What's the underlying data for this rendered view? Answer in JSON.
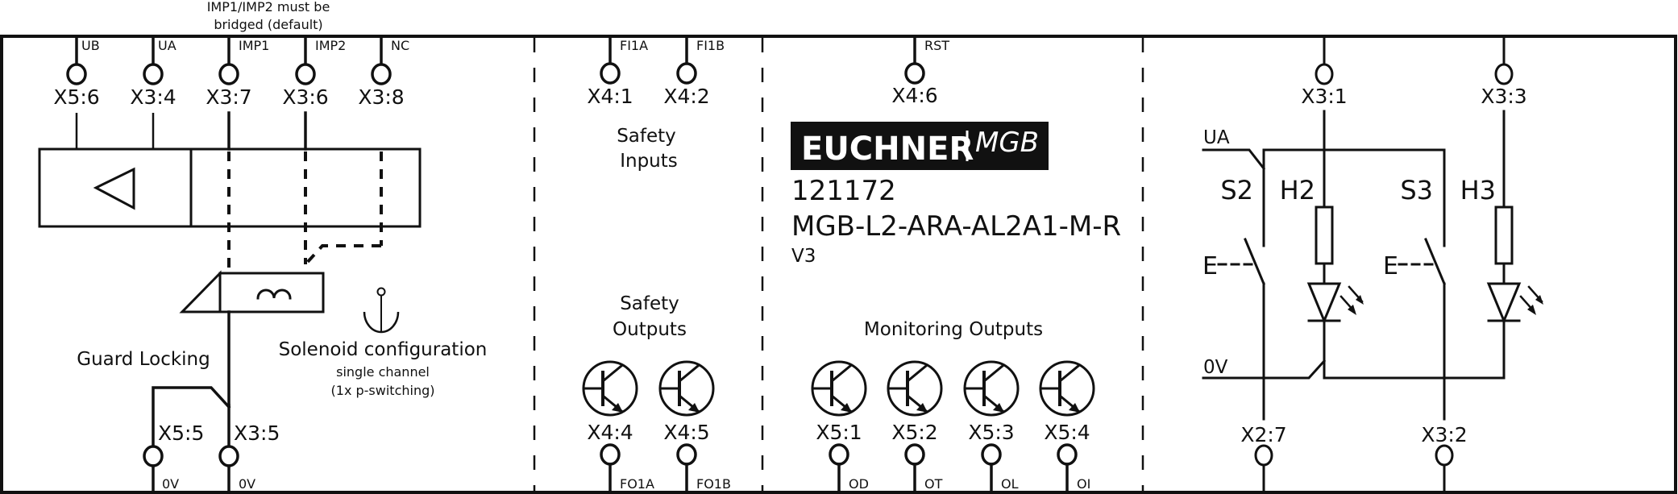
{
  "note": {
    "line1": "IMP1/IMP2 must be",
    "line2": "bridged (default)"
  },
  "guard_locking": {
    "title": "Guard Locking",
    "top_terminals": [
      {
        "terminal": "X5:6",
        "signal": "UB"
      },
      {
        "terminal": "X3:4",
        "signal": "UA"
      },
      {
        "terminal": "X3:7",
        "signal": "IMP1"
      },
      {
        "terminal": "X3:6",
        "signal": "IMP2"
      },
      {
        "terminal": "X3:8",
        "signal": "NC"
      }
    ],
    "bottom_terminals": [
      {
        "terminal": "X5:5",
        "signal": "0V"
      },
      {
        "terminal": "X3:5",
        "signal": "0V"
      }
    ],
    "solenoid": {
      "title": "Solenoid configuration",
      "line2": "single channel",
      "line3": "(1x p-switching)"
    }
  },
  "safety_inputs": {
    "title_line1": "Safety",
    "title_line2": "Inputs",
    "terminals": [
      {
        "terminal": "X4:1",
        "signal": "FI1A"
      },
      {
        "terminal": "X4:2",
        "signal": "FI1B"
      }
    ]
  },
  "safety_outputs": {
    "title_line1": "Safety",
    "title_line2": "Outputs",
    "terminals": [
      {
        "terminal": "X4:4",
        "signal": "FO1A"
      },
      {
        "terminal": "X4:5",
        "signal": "FO1B"
      }
    ]
  },
  "device": {
    "reset_terminal": {
      "terminal": "X4:6",
      "signal": "RST"
    },
    "brand": "EUCHNER",
    "product_family": "MGB",
    "order_number": "121172",
    "model": "MGB-L2-ARA-AL2A1-M-R",
    "version": "V3"
  },
  "monitoring_outputs": {
    "title": "Monitoring Outputs",
    "terminals": [
      {
        "terminal": "X5:1",
        "signal": "OD"
      },
      {
        "terminal": "X5:2",
        "signal": "OT"
      },
      {
        "terminal": "X5:3",
        "signal": "OL"
      },
      {
        "terminal": "X5:4",
        "signal": "OI"
      }
    ]
  },
  "control_panel": {
    "supply_label": "UA",
    "ground_label": "0V",
    "actuator_label": "E",
    "top_terminals": [
      "X3:1",
      "X3:3"
    ],
    "bottom_terminals": [
      "X2:7",
      "X3:2"
    ],
    "switches": [
      "S2",
      "S3"
    ],
    "lamps": [
      "H2",
      "H3"
    ]
  }
}
